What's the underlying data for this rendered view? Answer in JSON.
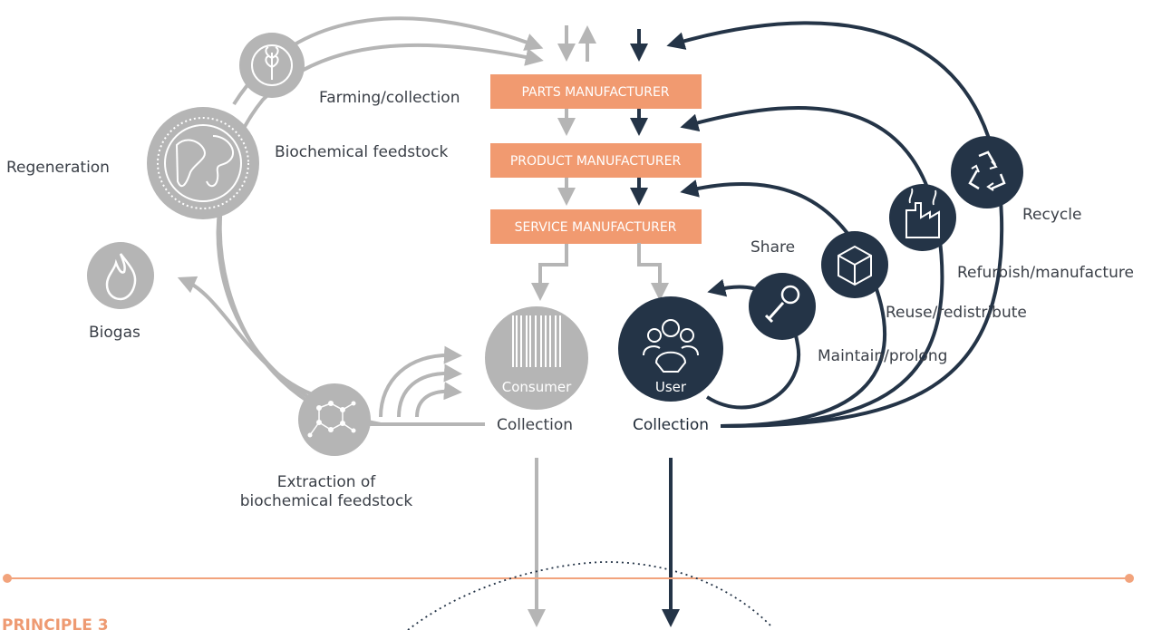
{
  "colors": {
    "grey": "#b5b5b5",
    "dark": "#243447",
    "orange": "#f19a70",
    "line_orange": "#f2a37c"
  },
  "boxes": {
    "parts": "PARTS MANUFACTURER",
    "product": "PRODUCT MANUFACTURER",
    "service": "SERVICE MANUFACTURER"
  },
  "nodes": {
    "consumer": "Consumer",
    "user": "User"
  },
  "labels": {
    "farming": "Farming/collection",
    "biochemical": "Biochemical feedstock",
    "regeneration": "Regeneration",
    "biogas": "Biogas",
    "extraction_line1": "Extraction of",
    "extraction_line2": "biochemical feedstock",
    "collection_left": "Collection",
    "collection_right": "Collection",
    "share": "Share",
    "maintain": "Maintain/prolong",
    "reuse": "Reuse/redistribute",
    "refurbish": "Refurbish/manufacture",
    "recycle": "Recycle"
  },
  "icons": {
    "farming": "wheat-icon",
    "regeneration": "globe-icon",
    "biogas": "flame-icon",
    "extraction": "molecule-icon",
    "consumer": "barcode-icon",
    "user": "people-icon",
    "maintain": "wrench-gear-icon",
    "reuse": "box-icon",
    "refurbish": "factory-icon",
    "recycle": "recycle-icon"
  },
  "footer": {
    "principle": "PRINCIPLE 3"
  }
}
